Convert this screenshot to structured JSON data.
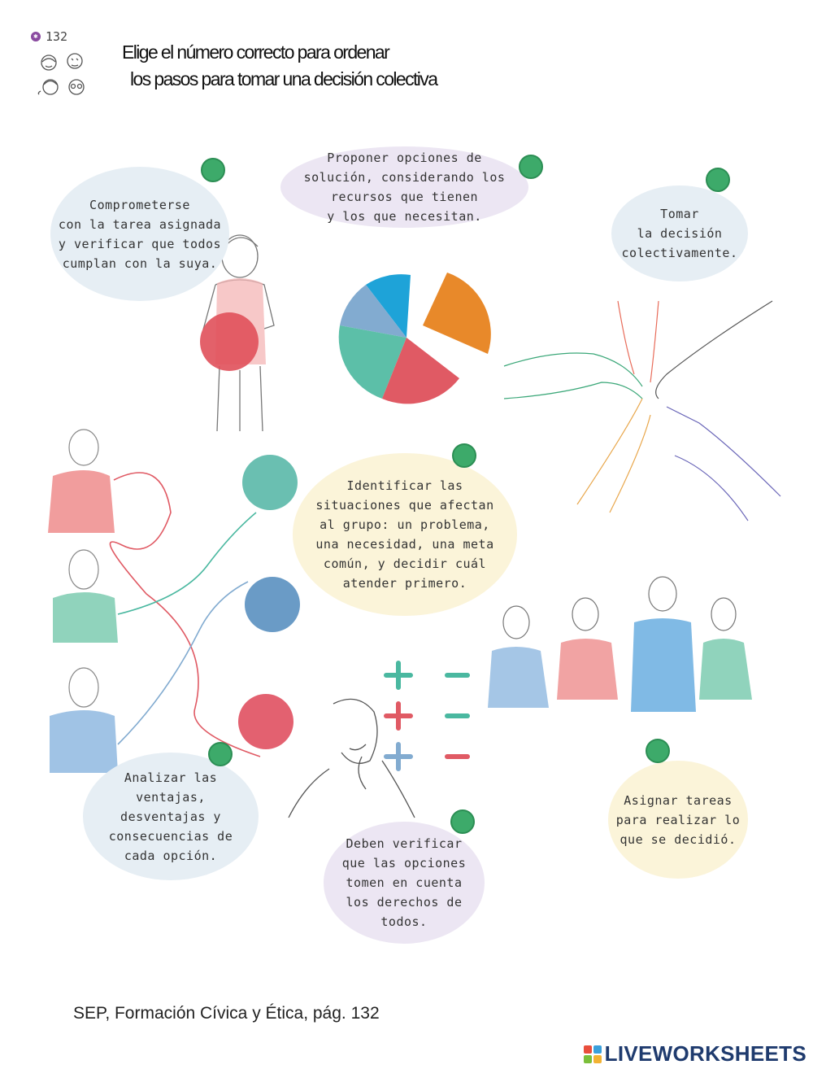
{
  "header": {
    "page_number": "132",
    "instruction_line1": "Elige el número correcto para ordenar",
    "instruction_line2": "los pasos para tomar una decisión colectiva"
  },
  "bubbles": {
    "comprometerse": "Comprometerse\ncon la tarea asignada\ny verificar que todos\ncumplan con la suya.",
    "proponer": "Proponer opciones de\nsolución, considerando los\nrecursos que tienen\ny los que necesitan.",
    "tomar": "Tomar\nla decisión\ncolectivamente.",
    "identificar": "Identificar las\nsituaciones que afectan\nal grupo: un problema,\nuna necesidad, una meta\ncomún, y decidir cuál\natender primero.",
    "analizar": "Analizar las\nventajas,\ndesventajas y\nconsecuencias de\ncada opción.",
    "verificar": "Deben verificar\nque las opciones\ntomen en cuenta\nlos derechos de\ntodos.",
    "asignar": "Asignar tareas\npara realizar lo\nque se decidió."
  },
  "footer": {
    "source": "SEP, Formación Cívica y Ética, pág. 132",
    "brand": "LIVEWORKSHEETS"
  },
  "colors": {
    "drop_target": "#3daa6a",
    "blue_bubble": "#e6eef4",
    "purple_bubble": "#ece6f3",
    "yellow_bubble": "#fbf4d9",
    "pie": [
      "#1ea3d8",
      "#e8892a",
      "#e05a64",
      "#5cbfa8",
      "#82abd0"
    ]
  }
}
